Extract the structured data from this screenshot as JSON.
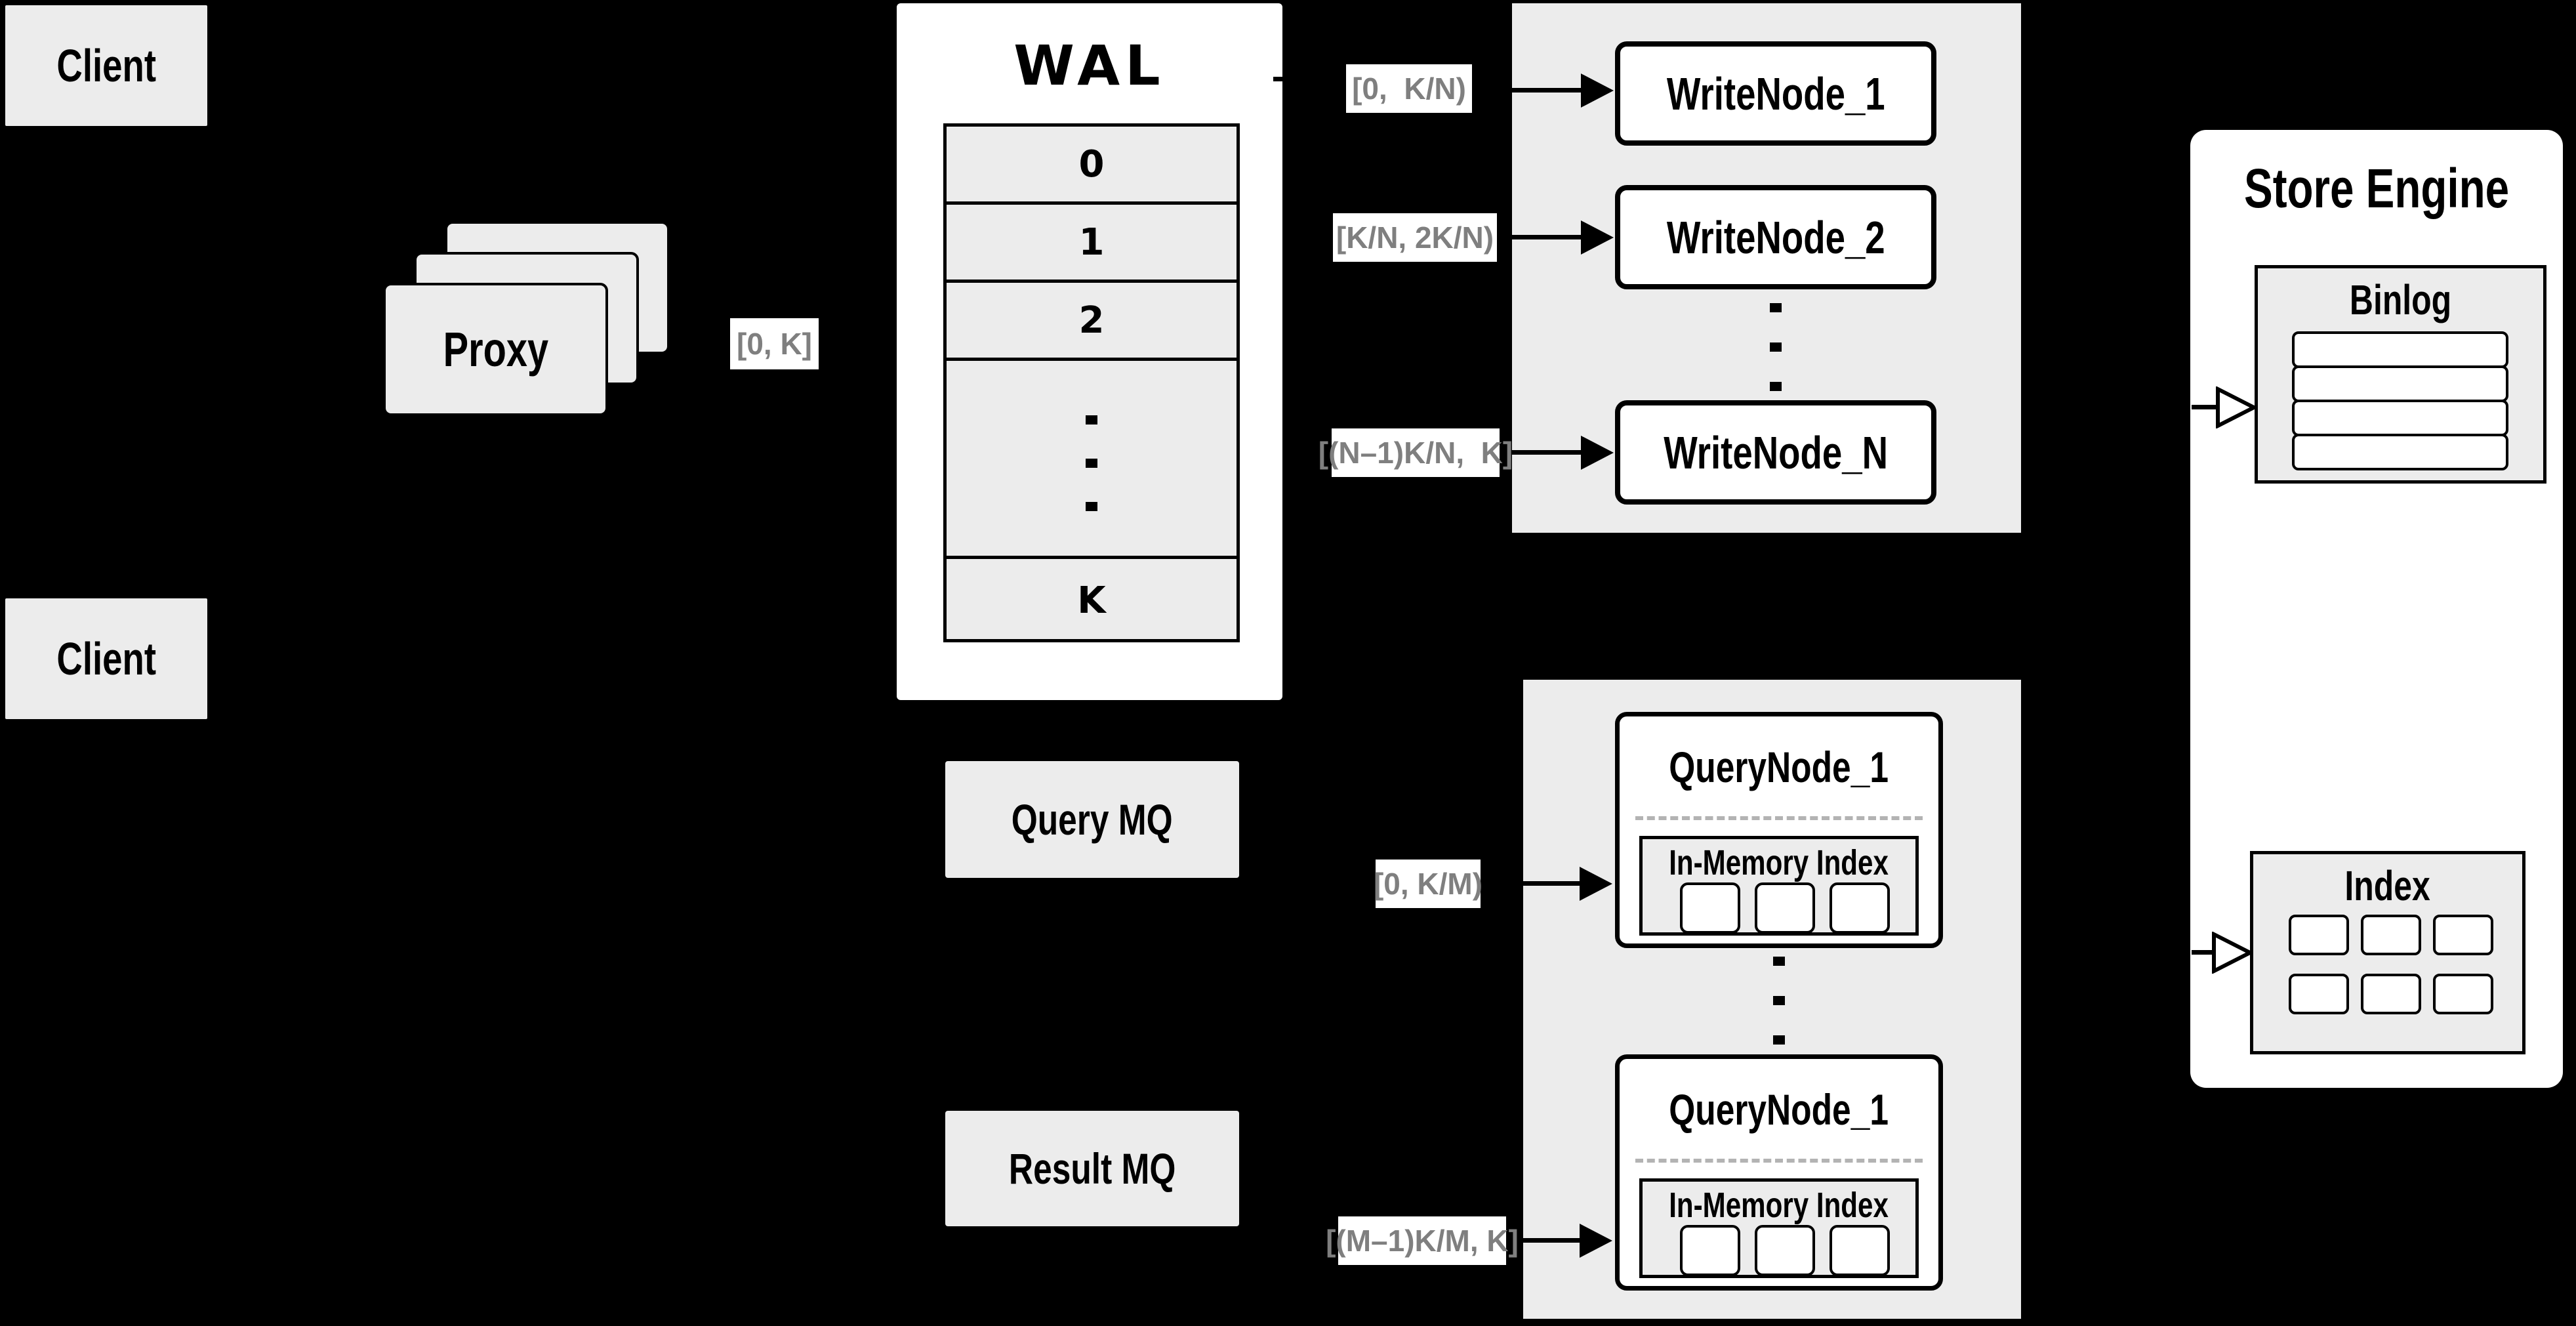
{
  "diagram": {
    "clients": {
      "top": "Client",
      "bottom": "Client"
    },
    "proxy": {
      "label": "Proxy",
      "range_label": "[0, K]"
    },
    "wal": {
      "title": "WAL",
      "rows": [
        "0",
        "1",
        "2"
      ],
      "last_row": "K"
    },
    "write_group": {
      "nodes": [
        "WriteNode_1",
        "WriteNode_2",
        "WriteNode_N"
      ],
      "range_labels": [
        "[0,  K/N)",
        "[K/N, 2K/N)",
        "[(N–1)K/N,  K]"
      ]
    },
    "query_group": {
      "node_title_1": "QueryNode_1",
      "node_title_2": "QueryNode_1",
      "inmem_title": "In-Memory Index",
      "range_labels": [
        "[0, K/M)",
        "[(M–1)K/M, K]"
      ]
    },
    "mq": {
      "query": "Query MQ",
      "result": "Result MQ"
    },
    "store_engine": {
      "title": "Store Engine",
      "binlog_title": "Binlog",
      "index_title": "Index",
      "binlog_rows": 4,
      "index_cells": 6
    },
    "colors": {
      "background": "#000000",
      "box_gray": "#ececec",
      "white": "#ffffff",
      "border": "#000000",
      "range_text": "#7f7f7f"
    }
  }
}
